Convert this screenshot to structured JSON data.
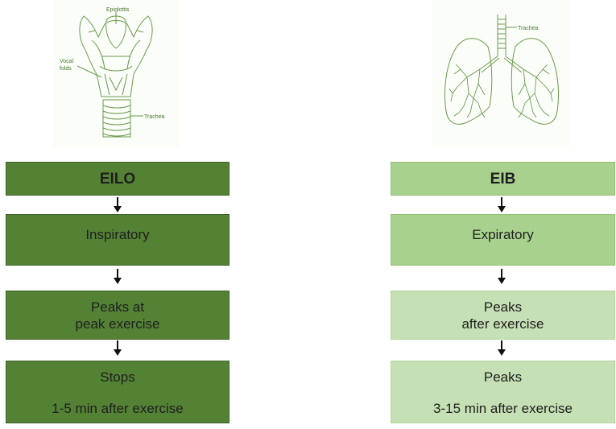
{
  "illustrations": {
    "larynx": {
      "labels": {
        "epiglottis": "Epiglottis",
        "vocal_folds_1": "Vocal",
        "vocal_folds_2": "folds",
        "trachea": "Trachea"
      }
    },
    "lungs": {
      "labels": {
        "trachea": "Trachea"
      }
    }
  },
  "left": {
    "header": "EILO",
    "phase": "Inspiratory",
    "peak": {
      "line1": "Peaks at",
      "line2": "peak exercise"
    },
    "stop": {
      "line1": "Stops",
      "line2": "1-5 min after exercise"
    }
  },
  "right": {
    "header": "EIB",
    "phase": "Expiratory",
    "peak": {
      "line1": "Peaks",
      "line2": "after exercise"
    },
    "stop": {
      "line1": "Peaks",
      "line2": "3-15 min after exercise"
    }
  },
  "colors": {
    "left_boxes": "#548235",
    "right_header_phase": "#a9d18e",
    "right_peak_stop": "#c5e0b4",
    "illustration_lines": "#6a9a4a"
  }
}
